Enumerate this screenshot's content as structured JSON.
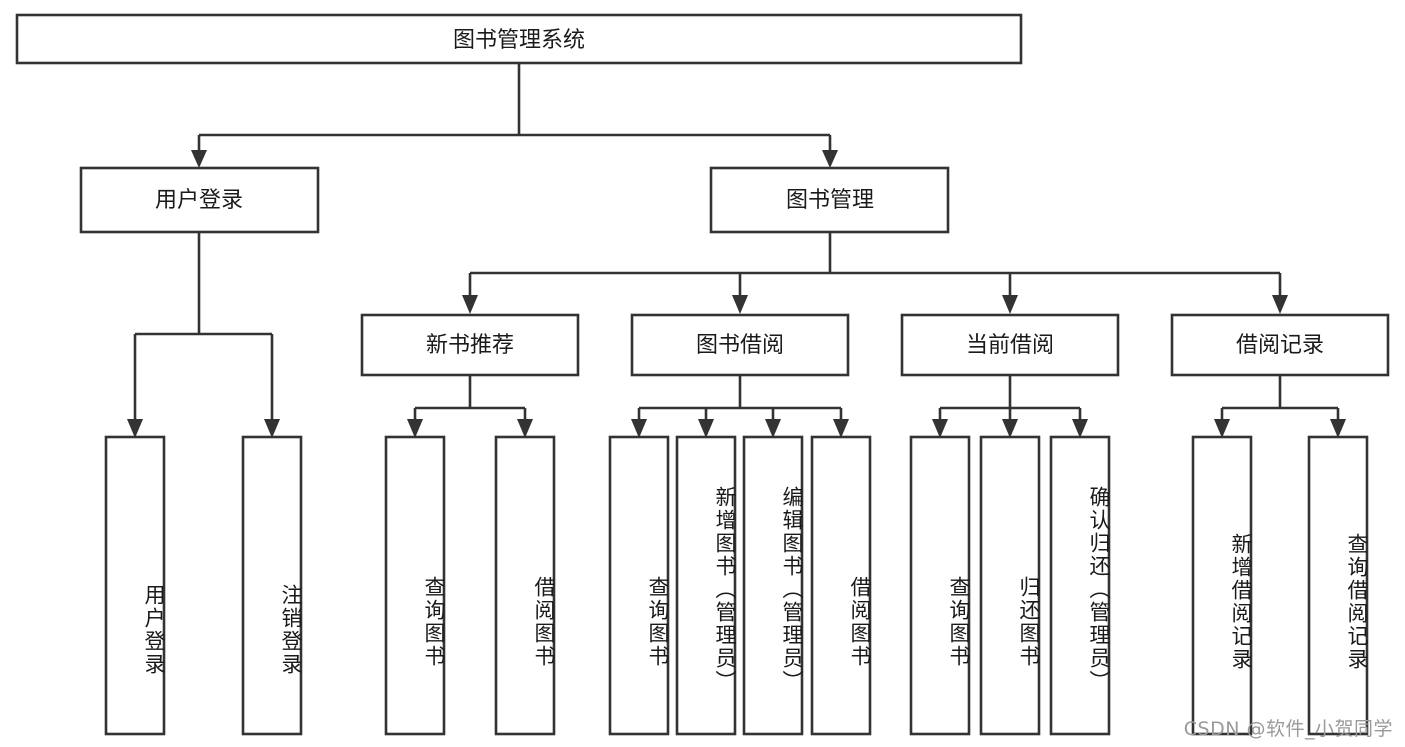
{
  "diagram": {
    "title": "图书管理系统",
    "type": "tree",
    "orientation": "top-down",
    "colors": {
      "box_stroke": "#333333",
      "box_fill": "#ffffff",
      "text": "#1a1a1a",
      "background": "#ffffff",
      "watermark": "#9a9a9a"
    },
    "root": {
      "label": "图书管理系统",
      "text_direction": "horizontal"
    },
    "level2": [
      {
        "label": "用户登录",
        "text_direction": "horizontal"
      },
      {
        "label": "图书管理",
        "text_direction": "horizontal"
      }
    ],
    "level3": [
      {
        "label": "新书推荐",
        "text_direction": "horizontal"
      },
      {
        "label": "图书借阅",
        "text_direction": "horizontal"
      },
      {
        "label": "当前借阅",
        "text_direction": "horizontal"
      },
      {
        "label": "借阅记录",
        "text_direction": "horizontal"
      }
    ],
    "leaves": {
      "用户登录": [
        {
          "label": "用户登录",
          "text_direction": "vertical"
        },
        {
          "label": "注销登录",
          "text_direction": "vertical"
        }
      ],
      "新书推荐": [
        {
          "label": "查询图书",
          "text_direction": "vertical"
        },
        {
          "label": "借阅图书",
          "text_direction": "vertical"
        }
      ],
      "图书借阅": [
        {
          "label": "查询图书",
          "text_direction": "vertical"
        },
        {
          "label": "新增图书（管理员）",
          "text_direction": "vertical"
        },
        {
          "label": "编辑图书（管理员）",
          "text_direction": "vertical"
        },
        {
          "label": "借阅图书",
          "text_direction": "vertical"
        }
      ],
      "当前借阅": [
        {
          "label": "查询图书",
          "text_direction": "vertical"
        },
        {
          "label": "归还图书",
          "text_direction": "vertical"
        },
        {
          "label": "确认归还（管理员）",
          "text_direction": "vertical"
        }
      ],
      "借阅记录": [
        {
          "label": "新增借阅记录",
          "text_direction": "vertical"
        },
        {
          "label": "查询借阅记录",
          "text_direction": "vertical"
        }
      ]
    }
  },
  "watermark": {
    "text": "CSDN @软件_小贺同学"
  }
}
